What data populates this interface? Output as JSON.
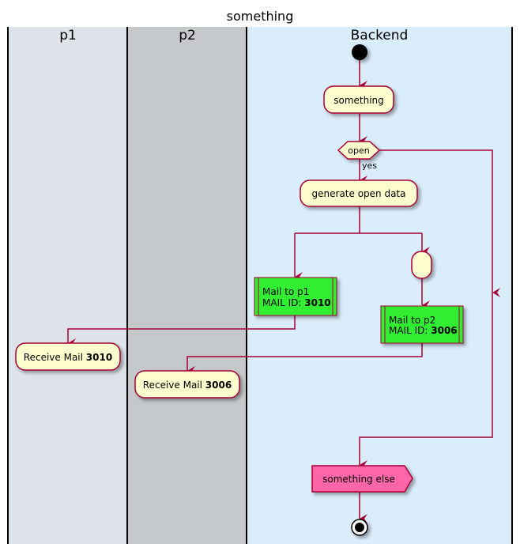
{
  "title": "something",
  "lanes": [
    {
      "label": "p1",
      "color": "#dee3e9"
    },
    {
      "label": "p2",
      "color": "#c5c9cb"
    },
    {
      "label": "Backend",
      "color": "#daedfb"
    }
  ],
  "nodes": {
    "something": "something",
    "decision": "open",
    "yes_label": "yes",
    "generate": "generate open data",
    "mail_p1": {
      "line1": "Mail to p1",
      "line2_prefix": "MAIL ID: ",
      "id": "3010"
    },
    "mail_p2": {
      "line1": "Mail to p2",
      "line2_prefix": "MAIL ID: ",
      "id": "3006"
    },
    "receive_p1": {
      "prefix": "Receive Mail ",
      "id": "3010"
    },
    "receive_p2": {
      "prefix": "Receive Mail ",
      "id": "3006"
    },
    "something_else": "something else"
  },
  "colors": {
    "activity_fill": "#fefece",
    "border": "#a80036",
    "mail_fill": "#33ee33",
    "send_fill": "#ff66aa"
  }
}
